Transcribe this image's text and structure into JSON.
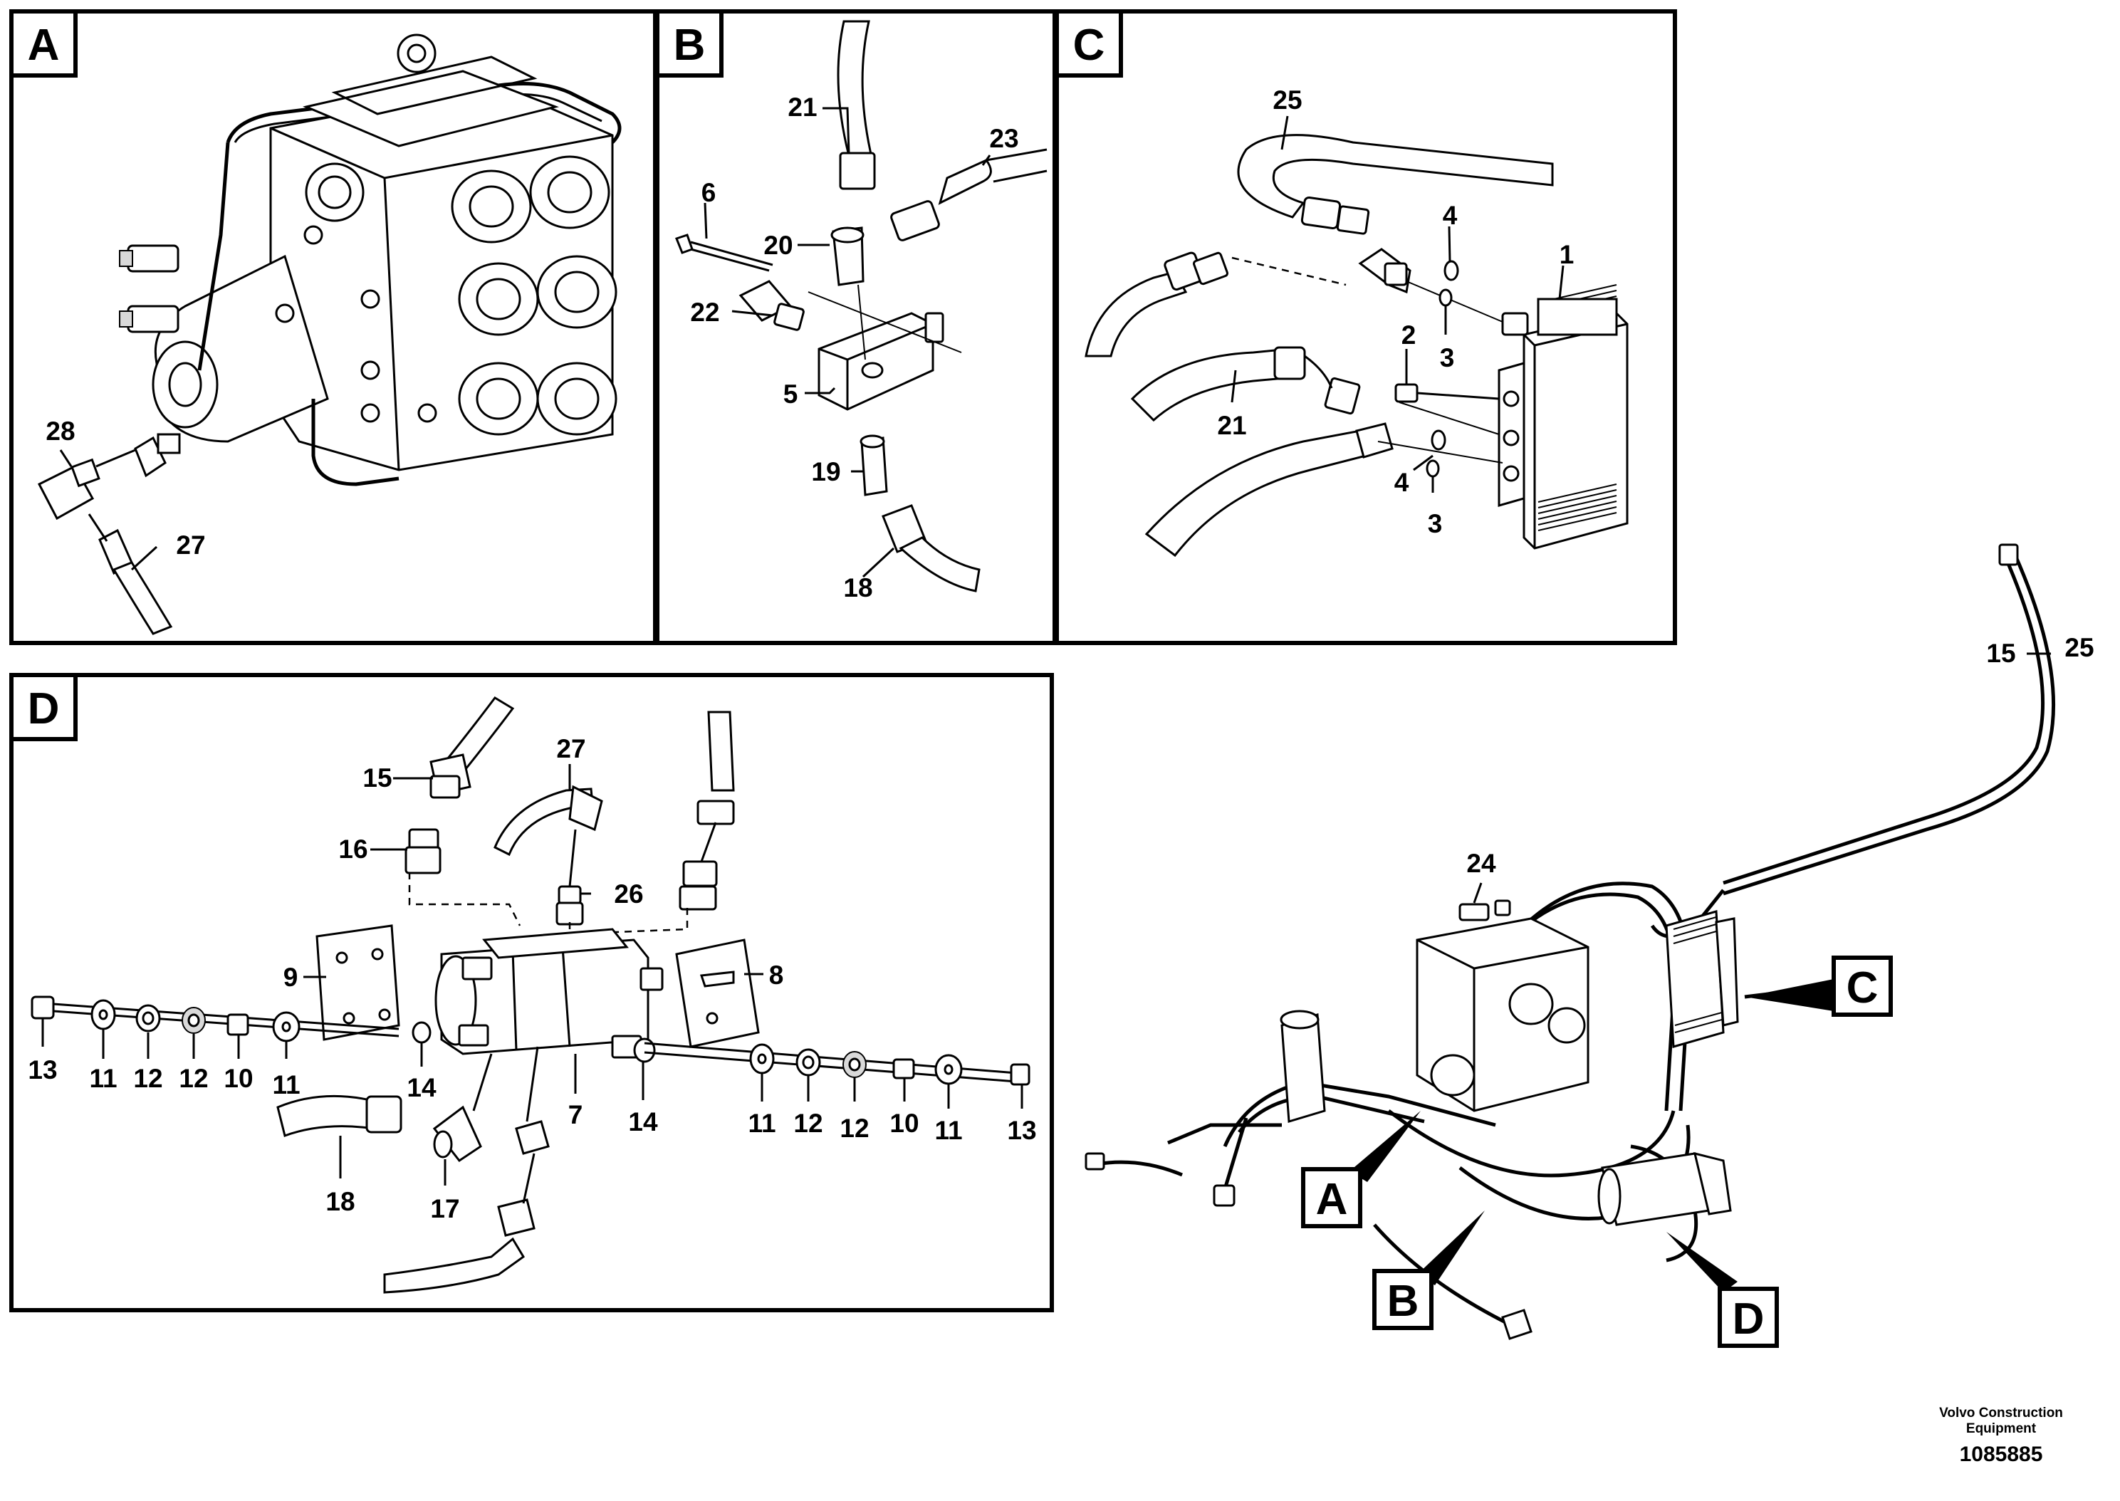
{
  "panels": {
    "A": {
      "label": "A",
      "callouts": [
        "28",
        "27"
      ]
    },
    "B": {
      "label": "B",
      "callouts": [
        "21",
        "23",
        "6",
        "20",
        "22",
        "5",
        "19",
        "18"
      ]
    },
    "C": {
      "label": "C",
      "callouts": [
        "25",
        "4",
        "1",
        "2",
        "3",
        "21",
        "4",
        "3"
      ]
    },
    "D": {
      "label": "D",
      "callouts": [
        "15",
        "27",
        "16",
        "26",
        "9",
        "8",
        "13",
        "11",
        "12",
        "12",
        "10",
        "11",
        "14",
        "7",
        "14",
        "11",
        "12",
        "12",
        "10",
        "11",
        "13",
        "18",
        "17"
      ]
    }
  },
  "overview": {
    "callouts": [
      "15",
      "25",
      "24"
    ],
    "refs": [
      "A",
      "B",
      "C",
      "D"
    ]
  },
  "footer": {
    "brand_line1": "Volvo Construction",
    "brand_line2": "Equipment",
    "drawing_number": "1085885"
  }
}
